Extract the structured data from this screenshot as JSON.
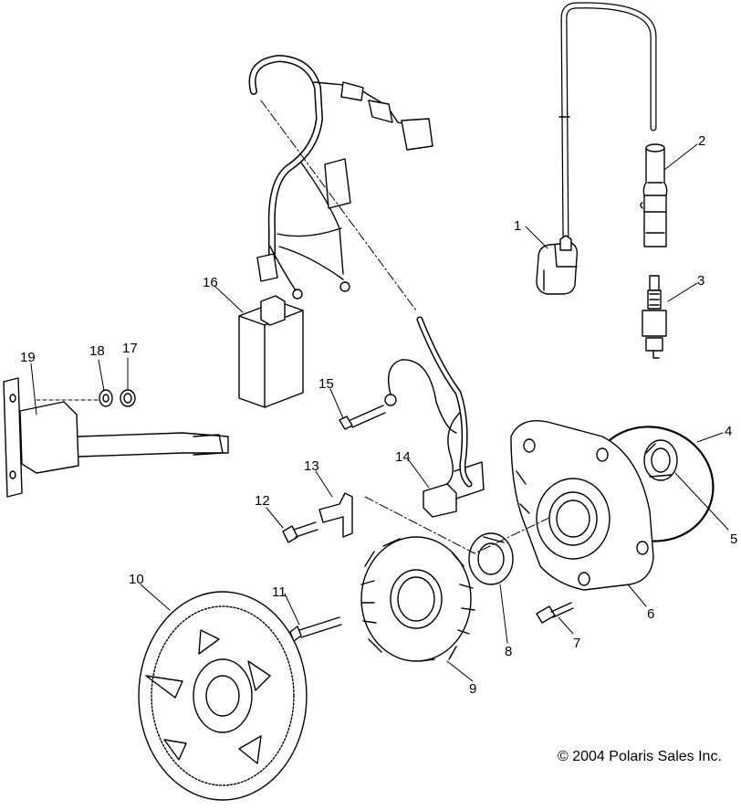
{
  "callouts": {
    "c1": "1",
    "c2": "2",
    "c3": "3",
    "c4": "4",
    "c5": "5",
    "c6": "6",
    "c7": "7",
    "c8": "8",
    "c9": "9",
    "c10": "10",
    "c11": "11",
    "c12": "12",
    "c13": "13",
    "c14": "14",
    "c15": "15",
    "c16": "16",
    "c17": "17",
    "c18": "18",
    "c19": "19"
  },
  "copyright": "© 2004 Polaris Sales Inc.",
  "colors": {
    "line": "#000000",
    "background": "#ffffff"
  }
}
